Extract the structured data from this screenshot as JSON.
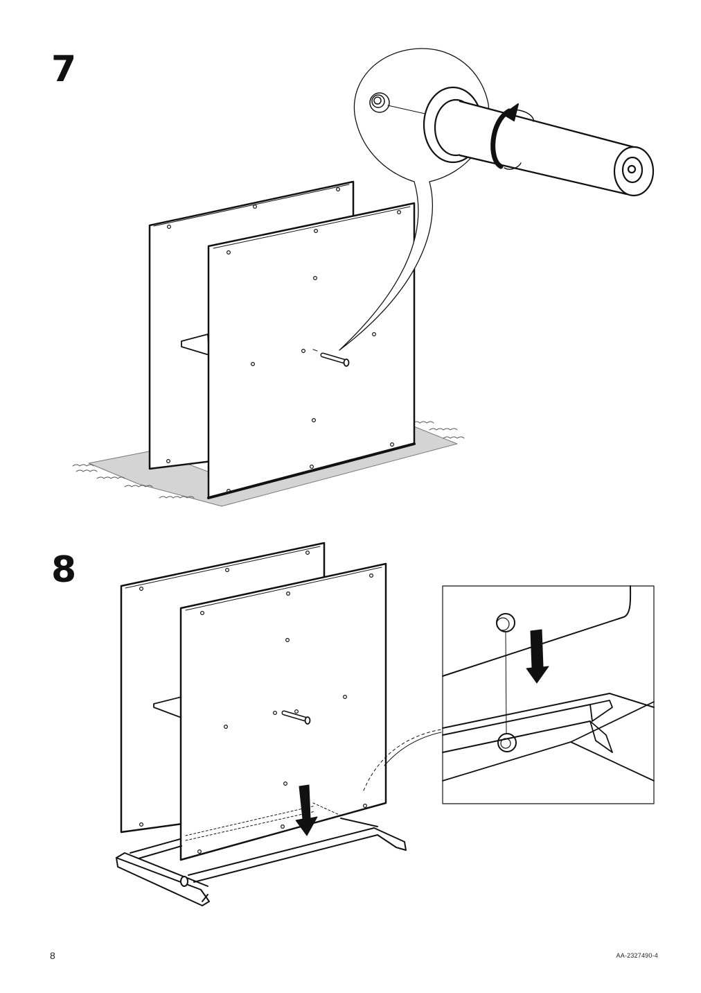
{
  "steps": [
    {
      "number": "7"
    },
    {
      "number": "8"
    }
  ],
  "footer": {
    "page_number": "8",
    "document_code": "AA-2327490-4"
  },
  "icons": {
    "step7_detail": "screw-in-peg-magnifier-icon",
    "step7_rotate": "rotate-clockwise-arrow-icon",
    "step8_insert": "down-arrow-icon",
    "step8_detail": "peg-into-hole-detail-icon"
  },
  "colors": {
    "line": "#111111",
    "rug": "#d4d4d4",
    "paper": "#ffffff"
  }
}
